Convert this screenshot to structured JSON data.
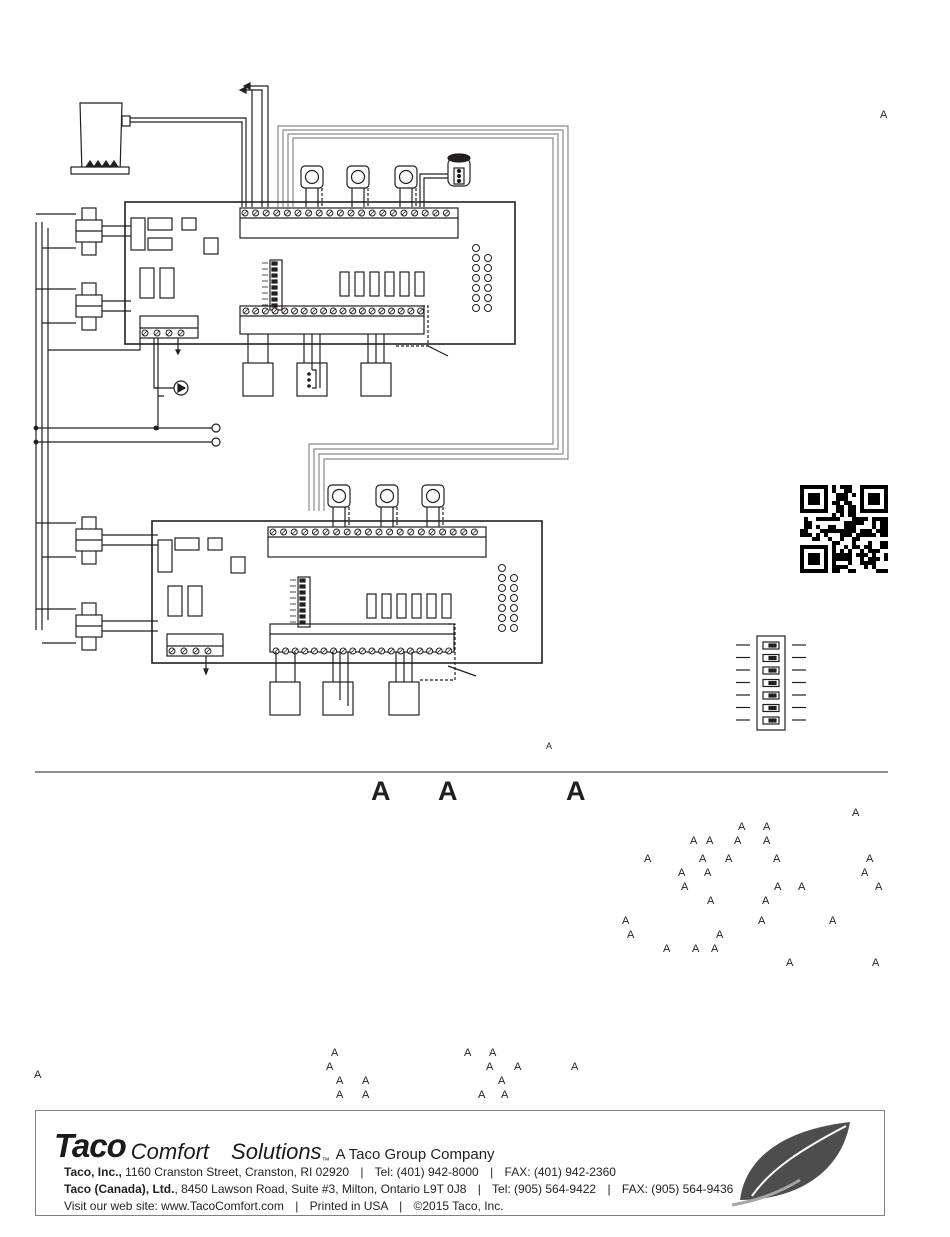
{
  "fragments": {
    "top_right": "A",
    "diagram_bottom": "A",
    "heading": [
      "A",
      "A",
      "A"
    ],
    "right_column": [
      "A",
      "A",
      "A",
      "A",
      "A",
      "A",
      "A",
      "A",
      "A",
      "A",
      "A",
      "A",
      "A",
      "A",
      "A",
      "A",
      "A",
      "A",
      "A",
      "A",
      "A",
      "A",
      "A",
      "A",
      "A",
      "A",
      "A",
      "A",
      "A",
      "A",
      "A"
    ],
    "left_margin": "A",
    "lower_center": [
      "A",
      "A",
      "A",
      "A",
      "A",
      "A",
      "A",
      "A",
      "A",
      "A",
      "A",
      "A",
      "A",
      "A"
    ]
  },
  "footer": {
    "logo": "Taco",
    "comfort": "Comfort",
    "solutions": "Solutions",
    "tm": "™",
    "group": "A Taco Group Company",
    "us_name": "Taco, Inc.,",
    "us_address": "1160 Cranston Street, Cranston, RI 02920",
    "us_tel": "Tel: (401) 942-8000",
    "us_fax": "FAX: (401) 942-2360",
    "ca_name": "Taco (Canada), Ltd.",
    "ca_address": ", 8450 Lawson Road, Suite #3, Milton, Ontario L9T 0J8",
    "ca_tel": "Tel: (905) 564-9422",
    "ca_fax": "FAX: (905) 564-9436",
    "web": "Visit our web site: www.TacoComfort.com",
    "printed": "Printed in USA",
    "copyright": "©2015 Taco, Inc.",
    "separator": "|"
  },
  "colors": {
    "line": "#231f20",
    "frame": "#808080",
    "leaf_dark": "#4d4d4d",
    "leaf_light": "#a6a6a6"
  },
  "icons": [
    "boiler-icon",
    "transformer-icon",
    "pump-icon",
    "thermostat-icon",
    "tank-icon",
    "qr-code-icon",
    "dip-switch-icon",
    "leaf-icon",
    "taco-logo"
  ]
}
